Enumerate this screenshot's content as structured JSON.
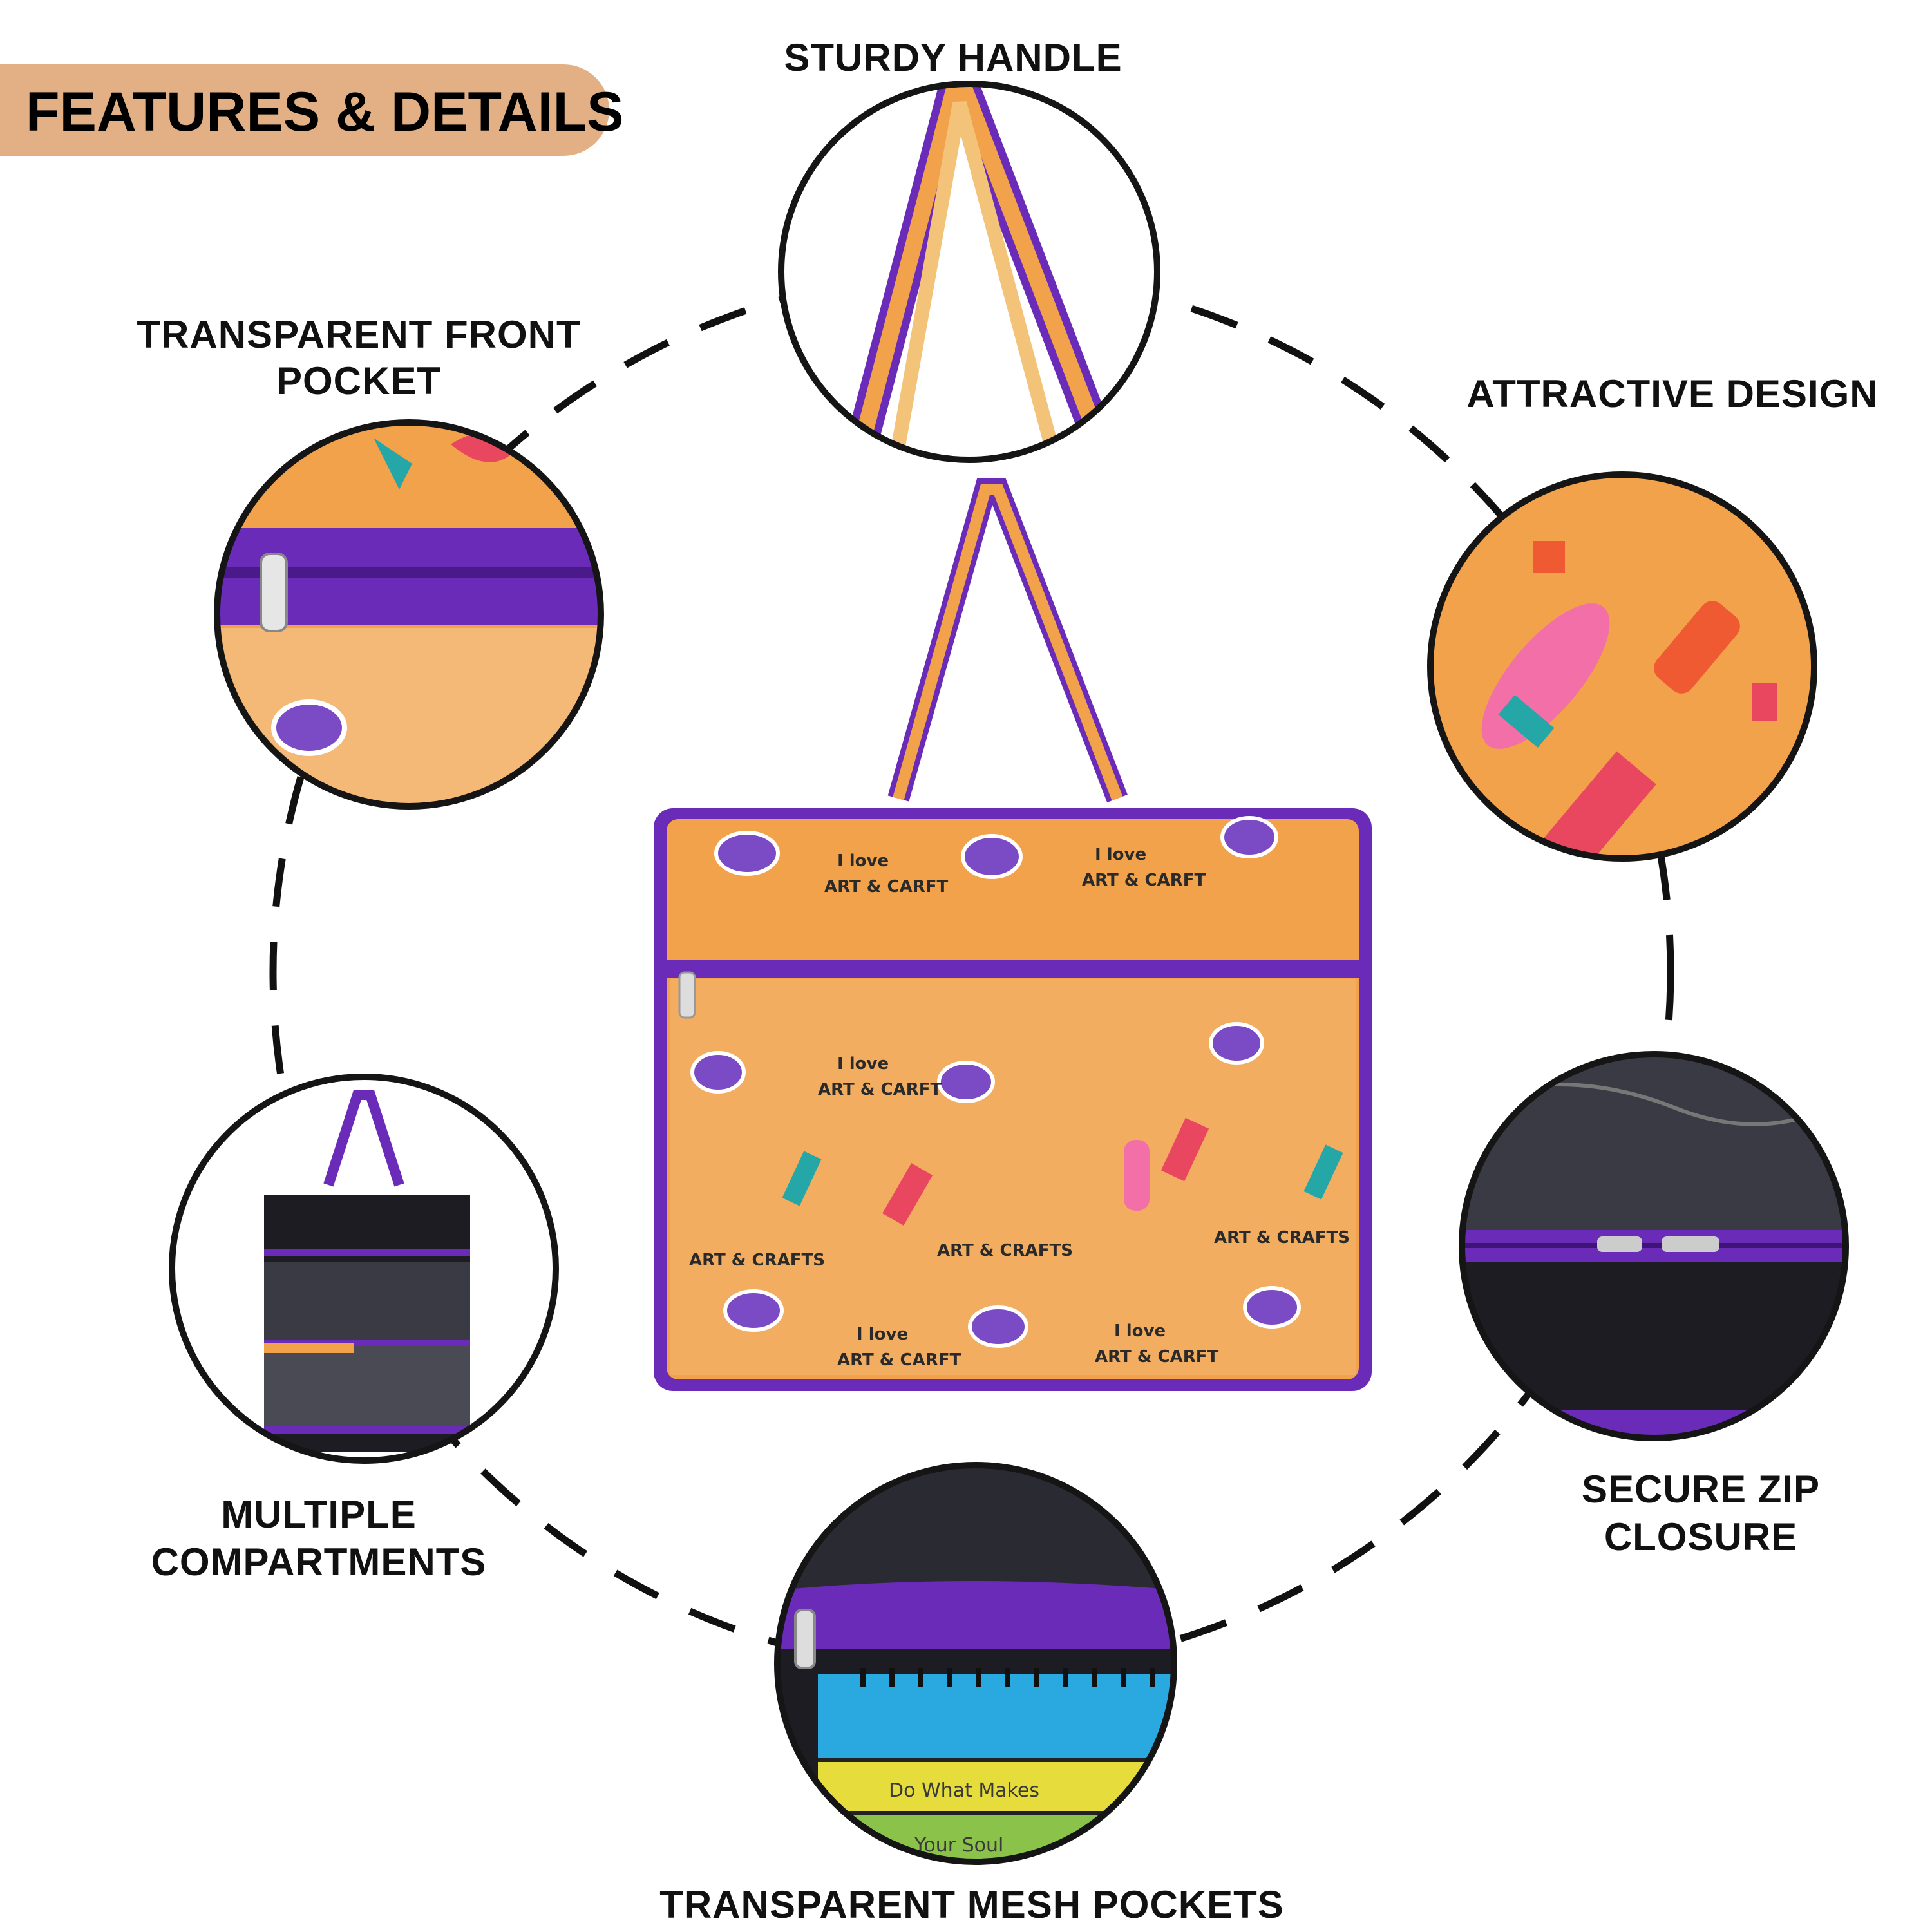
{
  "header": {
    "title": "FEATURES & DETAILS"
  },
  "features": {
    "sturdy_handle": "STURDY HANDLE",
    "front_pocket_line1": "TRANSPARENT FRONT",
    "front_pocket_line2": "POCKET",
    "attractive_design": "ATTRACTIVE DESIGN",
    "compartments_line1": "MULTIPLE",
    "compartments_line2": "COMPARTMENTS",
    "zip_line1": "SECURE ZIP",
    "zip_line2": "CLOSURE",
    "mesh_pockets": "TRANSPARENT MESH POCKETS"
  },
  "bag_print": {
    "love_line1": "I love",
    "love_line2": "ART & CARFT",
    "crafts": "ART & CRAFTS"
  },
  "notebook": {
    "line1": "Do What Makes",
    "line2": "Your Soul"
  },
  "colors": {
    "badge": "#e2b084",
    "purple": "#6a2bb8",
    "orange": "#f1a24a",
    "black": "#111111"
  }
}
